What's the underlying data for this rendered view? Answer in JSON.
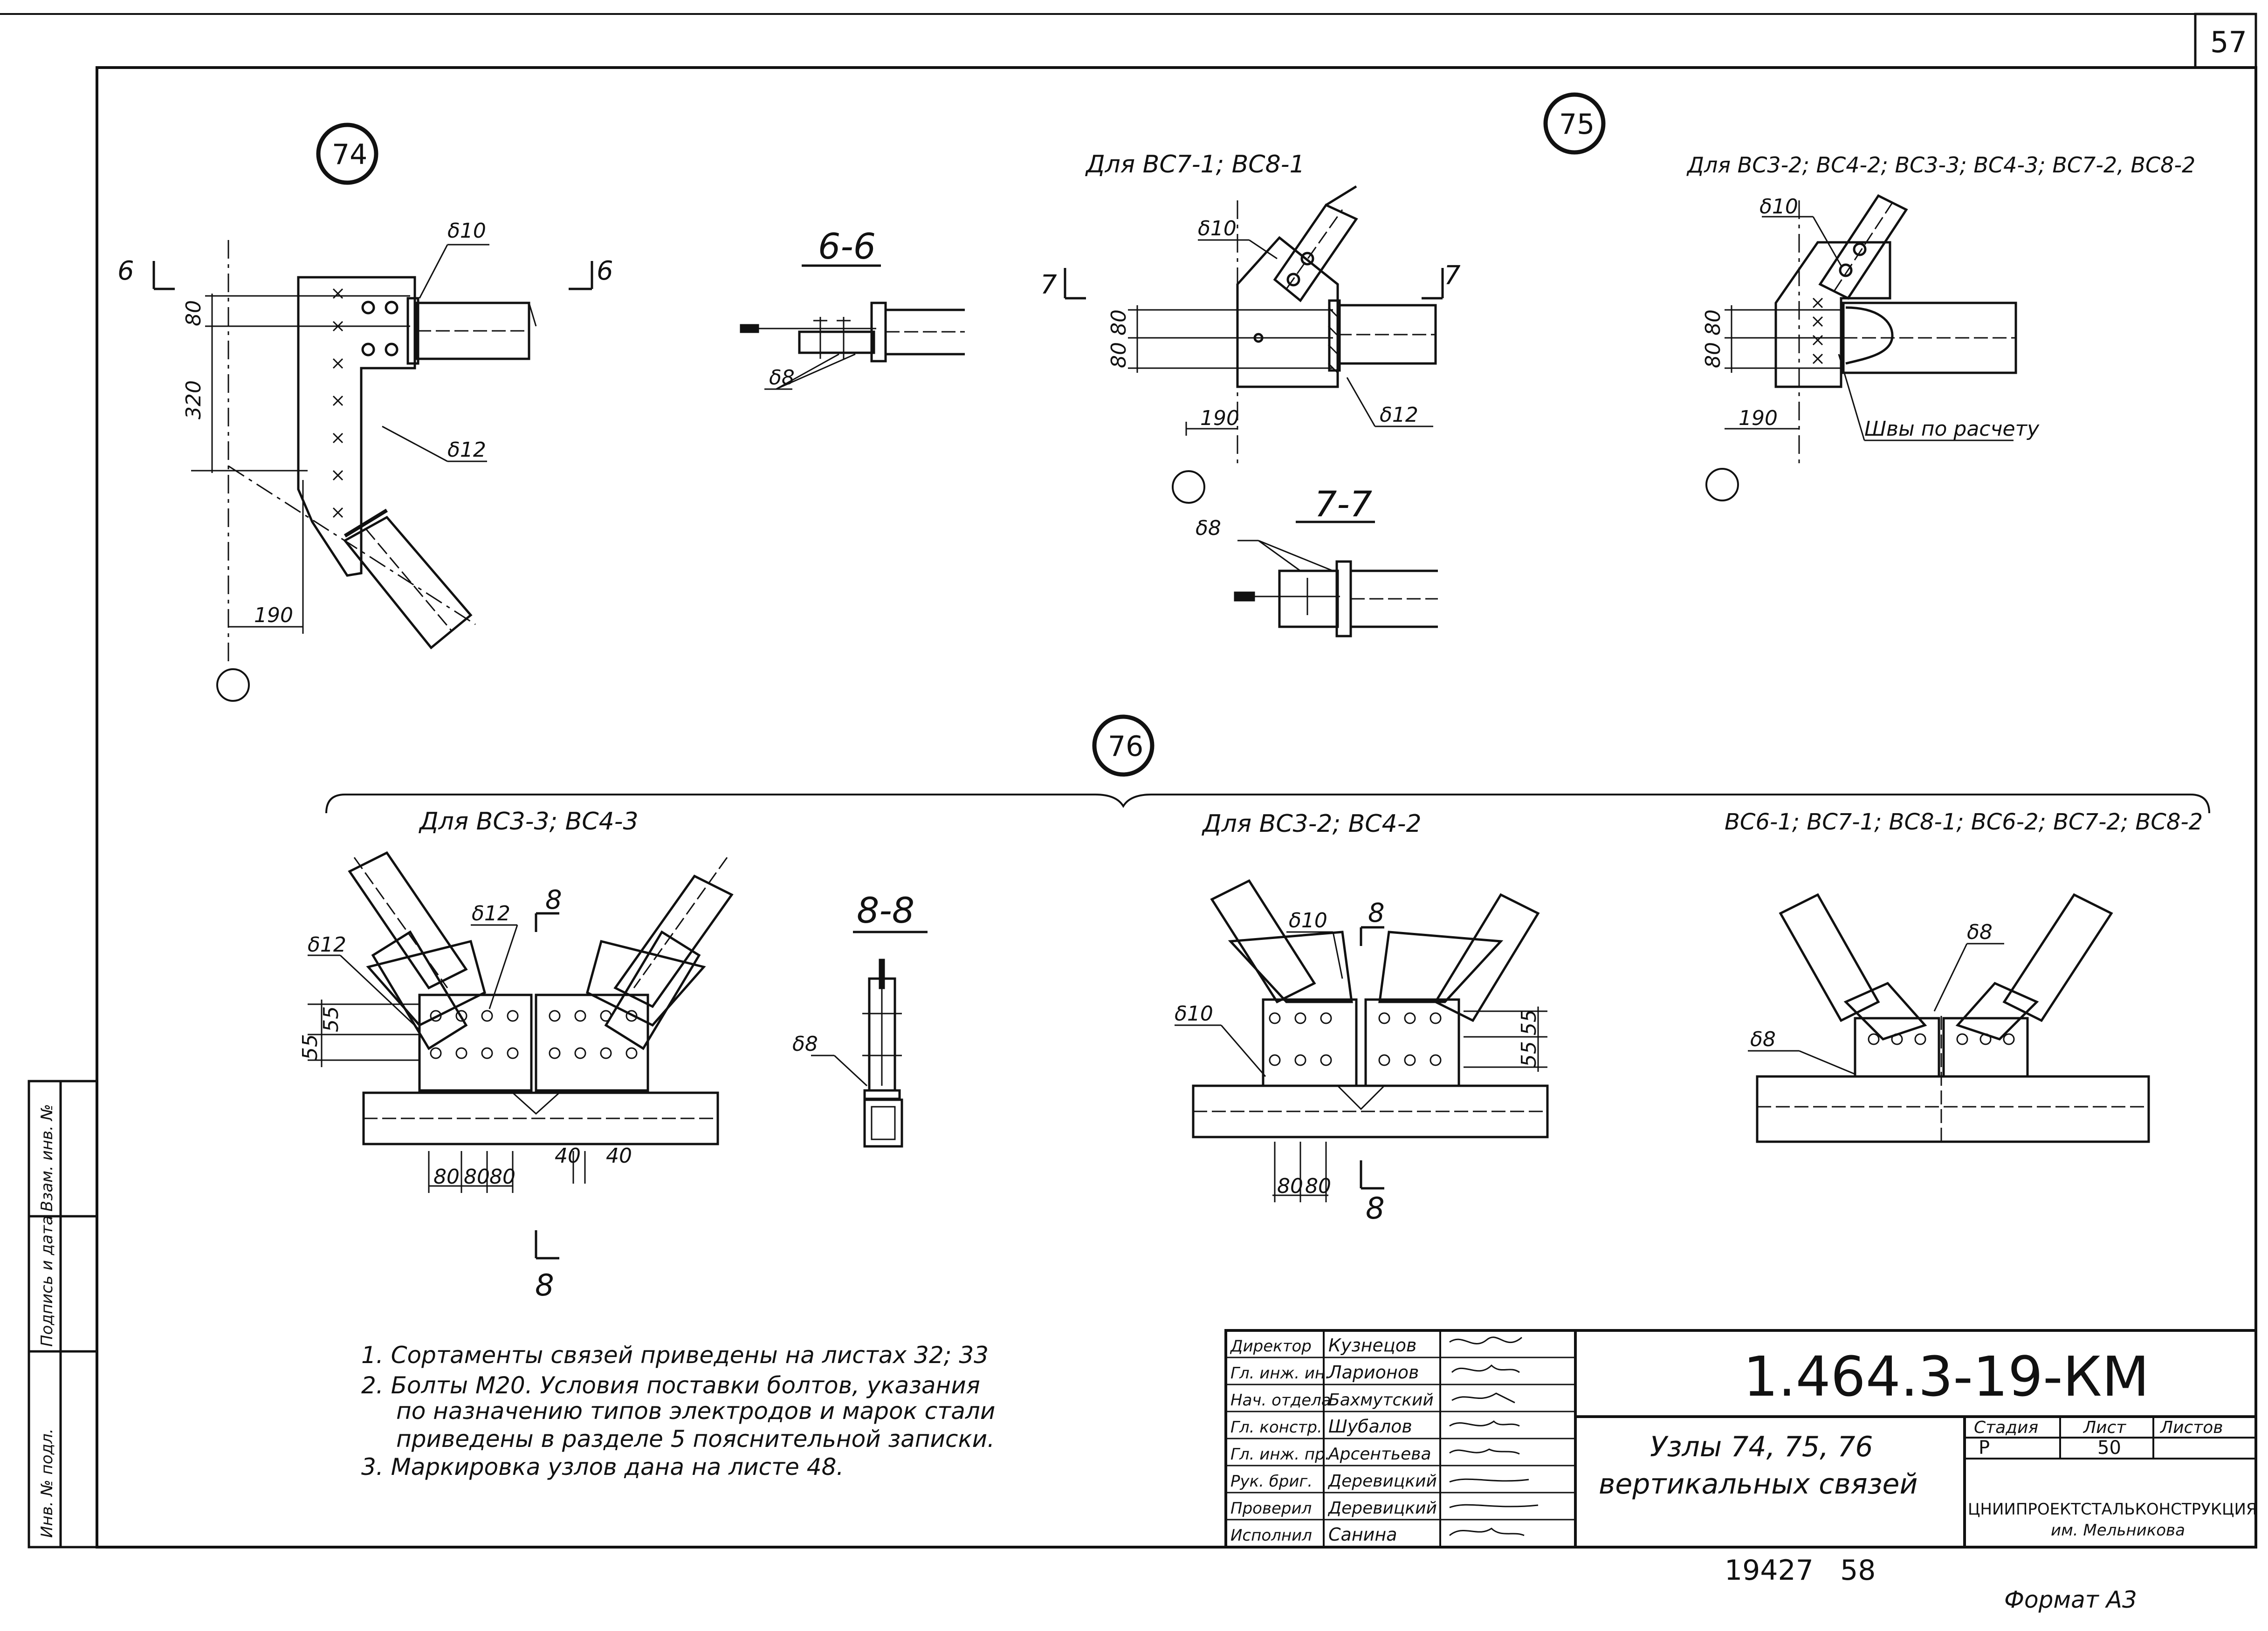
{
  "sheet_number": "57",
  "nodes": {
    "n74": "74",
    "n75": "75",
    "n76": "76"
  },
  "node74": {
    "cut_left": "6",
    "cut_right": "6",
    "thickness_top": "δ10",
    "thickness_plate": "δ12",
    "dim_80": "80",
    "dim_320": "320",
    "dim_190": "190"
  },
  "section66": {
    "title": "6-6",
    "thickness": "δ8"
  },
  "node75a": {
    "caption": "Для ВС7-1; ВС8-1",
    "cut_left": "7",
    "cut_right": "7",
    "thickness_top": "δ10",
    "thickness_bottom": "δ12",
    "dim_80a": "80",
    "dim_80b": "80",
    "dim_190": "190"
  },
  "section77": {
    "title": "7-7",
    "thickness": "δ8"
  },
  "node75b": {
    "caption": "Для ВС3-2; ВС4-2; ВС3-3; ВС4-3; ВС7-2, ВС8-2",
    "thickness_top": "δ10",
    "dim_80a": "80",
    "dim_80b": "80",
    "dim_190": "190",
    "weld_note": "Швы по расчету"
  },
  "node76a": {
    "caption": "Для ВС3-3; ВС4-3",
    "thickness_left": "δ12",
    "thickness_mid": "δ12",
    "cut_top": "8",
    "cut_bottom": "8",
    "dim_55a": "55",
    "dim_55b": "55",
    "dim_80a": "80",
    "dim_80b": "80",
    "dim_80c": "80",
    "dim_40a": "40",
    "dim_40b": "40"
  },
  "section88": {
    "title": "8-8",
    "thickness": "δ8"
  },
  "node76b": {
    "caption": "Для ВС3-2; ВС4-2",
    "thickness_top": "δ10",
    "thickness_left": "δ10",
    "cut_top": "8",
    "cut_bottom": "8",
    "dim_55a": "55",
    "dim_55b": "55",
    "dim_80a": "80",
    "dim_80b": "80"
  },
  "node76c": {
    "caption": "ВС6-1; ВС7-1; ВС8-1; ВС6-2; ВС7-2; ВС8-2",
    "thickness_top": "δ8",
    "thickness_left": "δ8"
  },
  "notes": [
    "1. Сортаменты связей приведены на листах 32; 33",
    "2. Болты М20. Условия поставки болтов, указания",
    "по назначению типов электродов и марок стали",
    "приведены в разделе 5 пояснительной записки.",
    "3. Маркировка узлов дана на листе 48."
  ],
  "side_labels": [
    "Инв. № подл.",
    "Подпись и дата",
    "Взам. инв. №"
  ],
  "title_block": {
    "roles": [
      "Директор",
      "Гл. инж. ин.",
      "Нач. отдела",
      "Гл. констр.",
      "Гл. инж. пр.",
      "Рук. бриг.",
      "Проверил",
      "Исполнил"
    ],
    "names": [
      "Кузнецов",
      "Ларионов",
      "Бахмутский",
      "Шубалов",
      "Арсентьева",
      "Деревицкий",
      "Деревицкий",
      "Санина"
    ],
    "code": "1.464.3-19-КМ",
    "caption_1": "Узлы 74, 75, 76",
    "caption_2": "вертикальных связей",
    "stage_label": "Стадия",
    "sheet_label": "Лист",
    "sheets_label": "Листов",
    "stage": "Р",
    "sheet": "50",
    "org_1": "ЦНИИПРОЕКТСТАЛЬКОНСТРУКЦИЯ",
    "org_2": "им. Мельникова"
  },
  "bottom_numbers": "19427   58",
  "format": "Формат А3"
}
